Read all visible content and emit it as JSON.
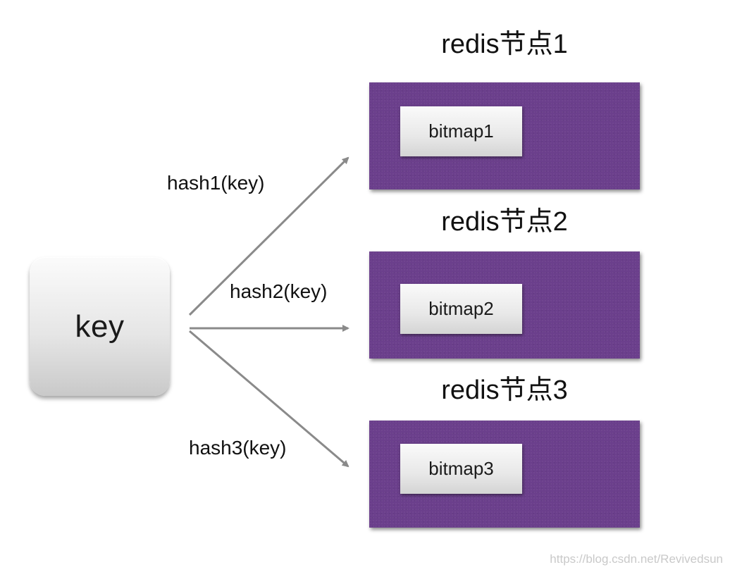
{
  "source": {
    "label": "key"
  },
  "nodes": [
    {
      "title": "redis节点1",
      "bitmap": "bitmap1"
    },
    {
      "title": "redis节点2",
      "bitmap": "bitmap2"
    },
    {
      "title": "redis节点3",
      "bitmap": "bitmap3"
    }
  ],
  "edges": [
    {
      "label": "hash1(key)",
      "from": "key",
      "to": "redis节点1"
    },
    {
      "label": "hash2(key)",
      "from": "key",
      "to": "redis节点2"
    },
    {
      "label": "hash3(key)",
      "from": "key",
      "to": "redis节点3"
    }
  ],
  "colors": {
    "node_fill": "#6b3f8c",
    "arrow": "#8a8a8a"
  },
  "watermark": "https://blog.csdn.net/Revivedsun"
}
